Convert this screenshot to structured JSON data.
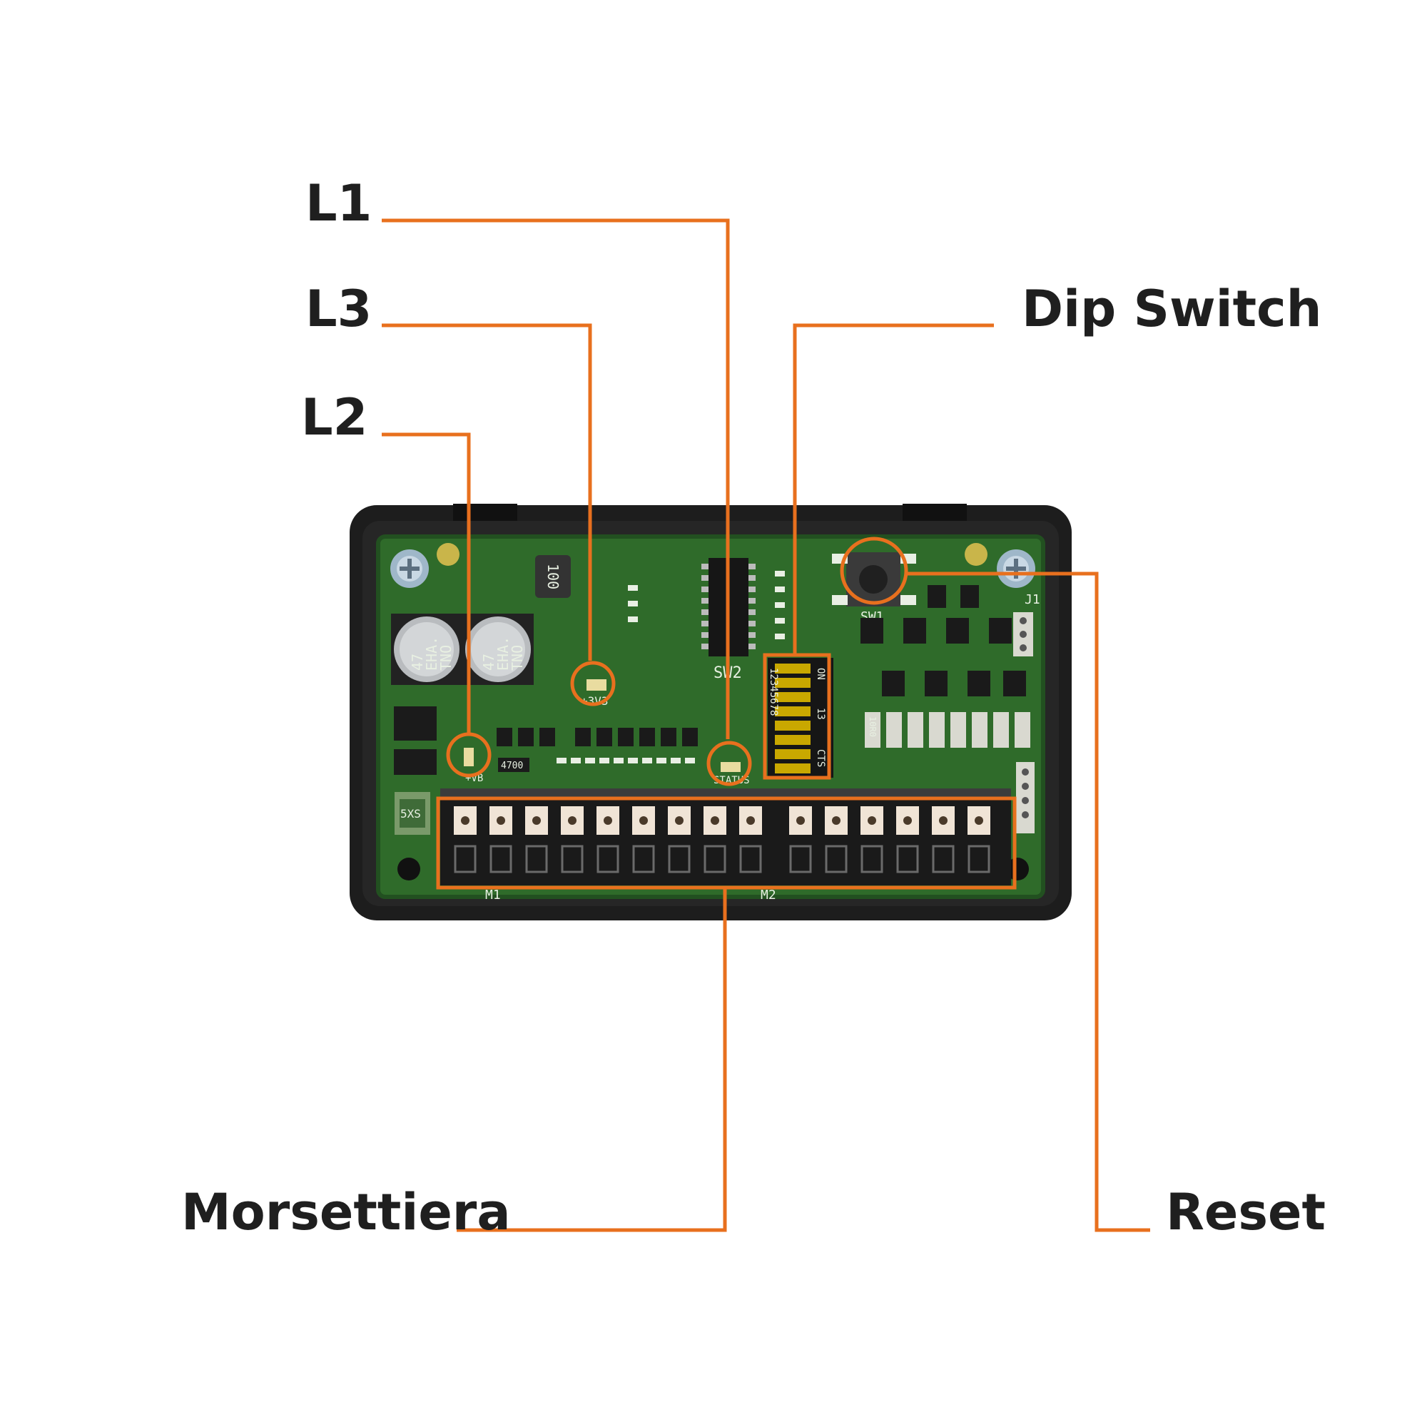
{
  "labels": {
    "l1": "L1",
    "l3": "L3",
    "l2": "L2",
    "dip_switch": "Dip Switch",
    "morsettiera": "Morsettiera",
    "reset": "Reset"
  },
  "board_markings": {
    "cap_left": [
      "47",
      "EHA.",
      "TNO"
    ],
    "cap_right": [
      "47",
      "EHA.",
      "TNO"
    ],
    "inductor": "100",
    "sw2": "SW2",
    "sw1": "SW1",
    "j1": "J1",
    "led_3v3": "+3V3",
    "led_vb": "+VB",
    "led_status": "STATUS",
    "resistor": "4700",
    "fuse": "5XS",
    "dip_on": "ON",
    "dip_numbers": "12345678",
    "dip_cts": "CTS",
    "dip_side": "13",
    "terminal_m1": "M1",
    "terminal_m2": "M2",
    "sense_resistor": "10R0"
  },
  "colors": {
    "accent": "#e8701e",
    "board_green": "#2f6b2a",
    "enclosure": "#1d1d1d",
    "label_text": "#1f1f1f"
  }
}
